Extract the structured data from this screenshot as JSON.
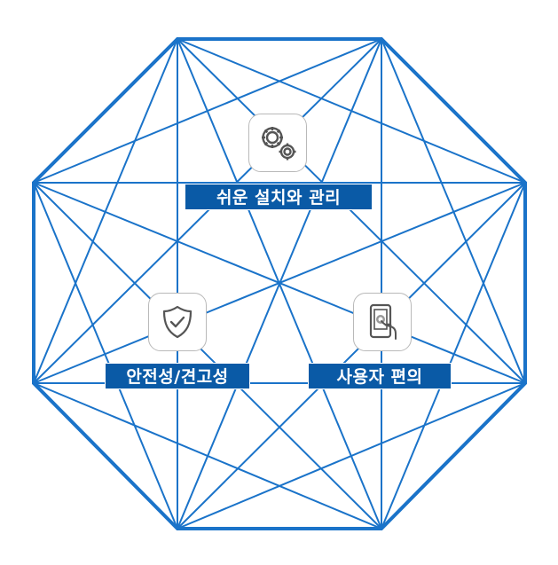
{
  "colors": {
    "line": "#1a73c9",
    "label_bg": "#0a5aa6",
    "label_text": "#ffffff",
    "icon_stroke": "#555555",
    "icon_border": "#b9b9b9"
  },
  "features": [
    {
      "label": "쉬운 설치와 관리",
      "icon": "gears-icon"
    },
    {
      "label": "안전성/견고성",
      "icon": "shield-check-icon"
    },
    {
      "label": "사용자 편의",
      "icon": "tablet-touch-icon"
    }
  ]
}
